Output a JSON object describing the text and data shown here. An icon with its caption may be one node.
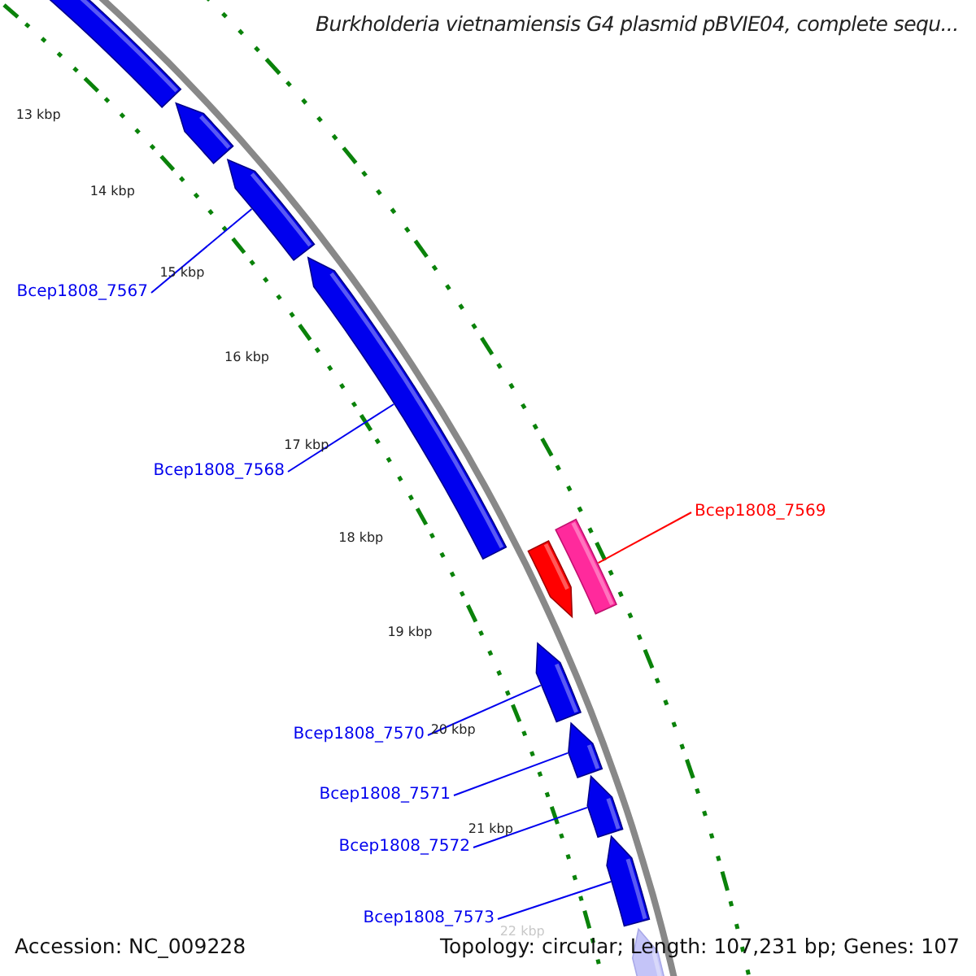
{
  "diagram": {
    "title": "Burkholderia vietnamiensis G4 plasmid pBVIE04, complete sequ...",
    "nodes": [
      {
        "text": [
          "Bcep1808_7567"
        ]
      },
      {
        "text": [
          "Bcep1808_7568"
        ]
      },
      {
        "text": [
          "Bcep1808_7569"
        ]
      },
      {
        "text": [
          "Bcep1808_7570"
        ]
      },
      {
        "text": [
          "Bcep1808_7571"
        ]
      },
      {
        "text": [
          "Bcep1808_7572"
        ]
      },
      {
        "text": [
          "Bcep1808_7573"
        ]
      },
      {
        "text": [],
        "shape": "arrow"
      },
      {
        "text": [],
        "shape": "arrow"
      },
      {
        "text": [],
        "shape": "arrow"
      },
      {
        "text": [],
        "shape": "arrow"
      },
      {
        "text": [],
        "shape": "bar"
      },
      {
        "text": [],
        "shape": "arrow"
      },
      {
        "text": [],
        "shape": "arrow"
      },
      {
        "text": [],
        "shape": "arrow"
      },
      {
        "text": [],
        "shape": "arrow"
      },
      {
        "text": [],
        "shape": "arrow"
      },
      {
        "text": [],
        "shape": "arrow"
      }
    ],
    "edges": [
      {
        "from": 0,
        "to": 9,
        "arrow": "none"
      },
      {
        "from": 1,
        "to": 10,
        "arrow": "none"
      },
      {
        "from": 2,
        "to": 11,
        "arrow": "none",
        "color": "#ff0000"
      },
      {
        "from": 3,
        "to": 13,
        "arrow": "none"
      },
      {
        "from": 4,
        "to": 14,
        "arrow": "none"
      },
      {
        "from": 5,
        "to": 15,
        "arrow": "none"
      },
      {
        "from": 6,
        "to": 16,
        "arrow": "none"
      }
    ],
    "labels": [
      "13 kbp",
      "14 kbp",
      "15 kbp",
      "16 kbp",
      "17 kbp",
      "18 kbp",
      "19 kbp",
      "20 kbp",
      "21 kbp",
      "22 kbp",
      "Accession: NC_009228",
      "Topology: circular; Length: 107,231 bp; Genes: 107"
    ]
  }
}
